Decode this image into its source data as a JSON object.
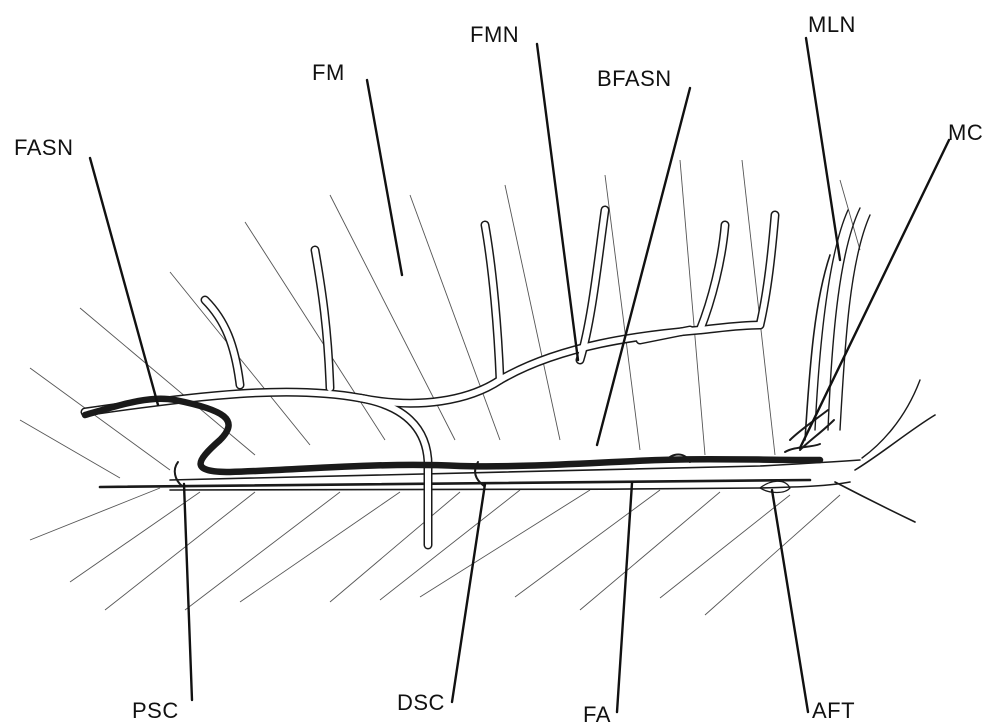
{
  "labels": {
    "fm": "FM",
    "fmn": "FMN",
    "mln": "MLN",
    "fasn": "FASN",
    "bfasn": "BFASN",
    "mc": "MC",
    "psc": "PSC",
    "dsc": "DSC",
    "fa": "FA",
    "aft": "AFT"
  }
}
